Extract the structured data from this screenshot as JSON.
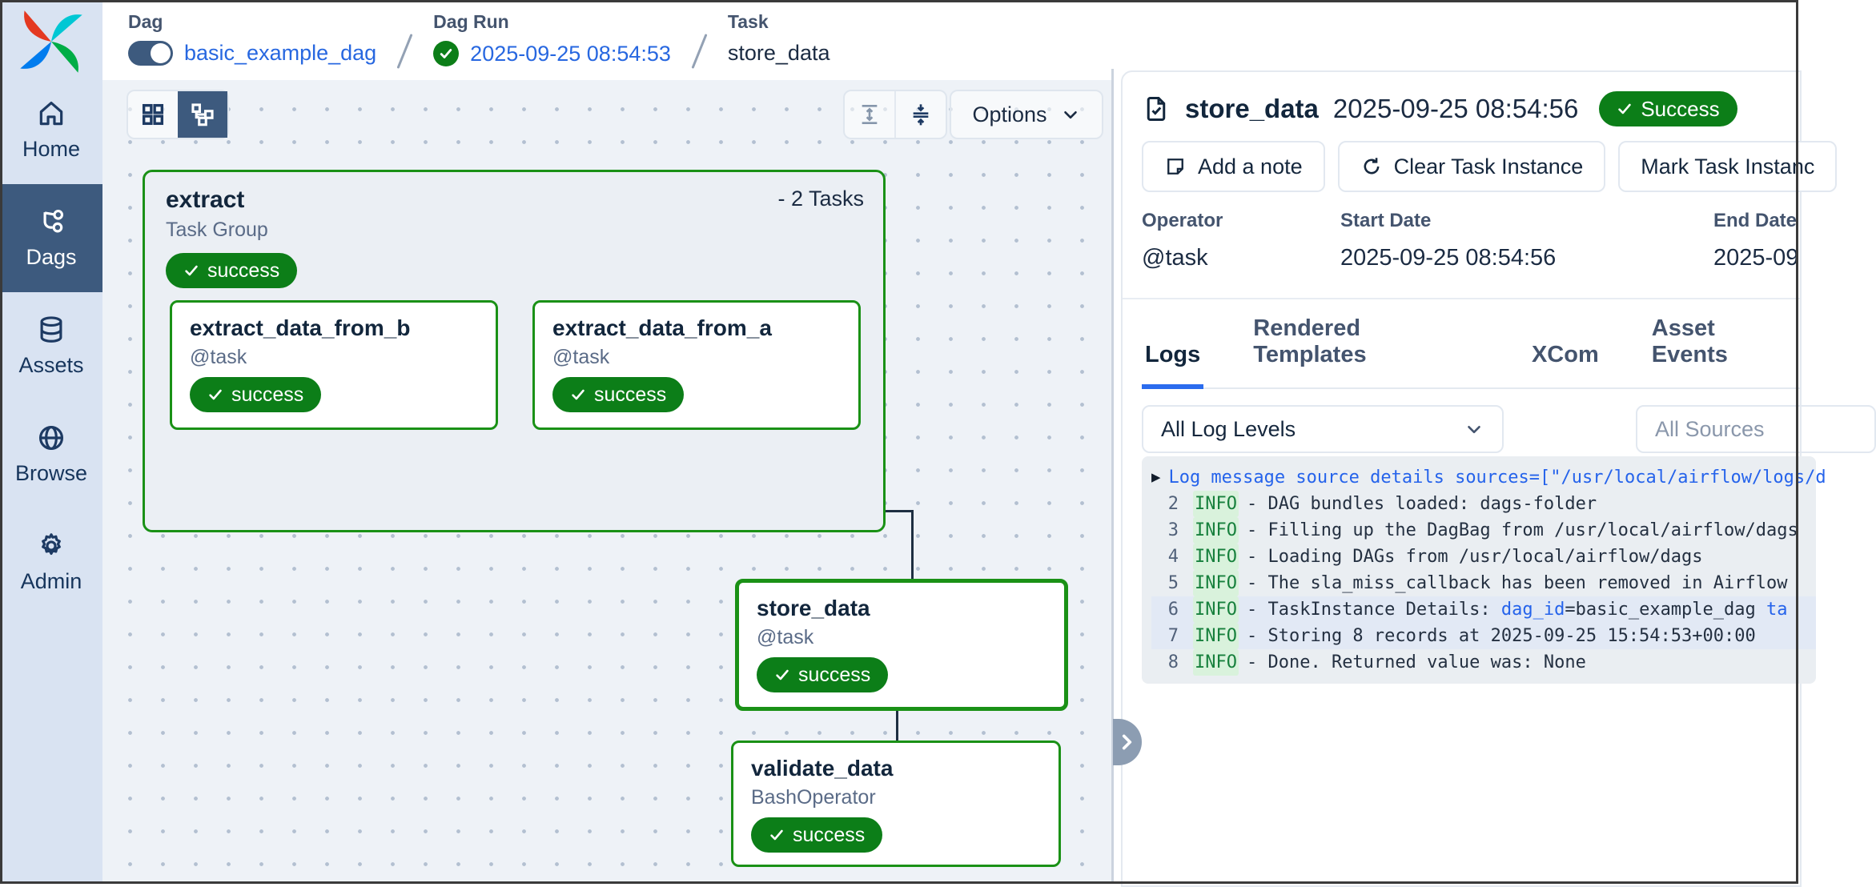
{
  "breadcrumb": {
    "dag_label": "Dag",
    "dag_name": "basic_example_dag",
    "dag_run_label": "Dag Run",
    "dag_run_value": "2025-09-25 08:54:53",
    "task_label": "Task",
    "task_value": "store_data"
  },
  "sidebar": {
    "items": [
      {
        "label": "Home",
        "icon": "home-icon",
        "active": false
      },
      {
        "label": "Dags",
        "icon": "dags-icon",
        "active": true
      },
      {
        "label": "Assets",
        "icon": "assets-icon",
        "active": false
      },
      {
        "label": "Browse",
        "icon": "browse-icon",
        "active": false
      },
      {
        "label": "Admin",
        "icon": "admin-icon",
        "active": false
      }
    ]
  },
  "toolbar": {
    "options_label": "Options"
  },
  "graph": {
    "group": {
      "title": "extract",
      "count_label": "- 2 Tasks",
      "subtitle": "Task Group",
      "status": "success",
      "children": [
        {
          "title": "extract_data_from_b",
          "operator": "@task",
          "status": "success"
        },
        {
          "title": "extract_data_from_a",
          "operator": "@task",
          "status": "success"
        }
      ]
    },
    "nodes": [
      {
        "title": "store_data",
        "operator": "@task",
        "status": "success"
      },
      {
        "title": "validate_data",
        "operator": "BashOperator",
        "status": "success"
      }
    ]
  },
  "panel": {
    "task_name": "store_data",
    "run_time": "2025-09-25 08:54:56",
    "status_label": "Success",
    "buttons": [
      "Add a note",
      "Clear Task Instance",
      "Mark Task Instanc"
    ],
    "meta": {
      "operator_label": "Operator",
      "operator_value": "@task",
      "start_label": "Start Date",
      "start_value": "2025-09-25 08:54:56",
      "end_label": "End Date",
      "end_value": "2025-09"
    },
    "tabs": [
      "Logs",
      "Rendered Templates",
      "XCom",
      "Asset Events"
    ],
    "active_tab": "Logs",
    "filters": {
      "log_levels": "All Log Levels",
      "sources_placeholder": "All Sources"
    },
    "logs": {
      "summary_line": "Log message source details sources=[\"/usr/local/airflow/logs/d",
      "lines": [
        {
          "num": "2",
          "level": "INFO",
          "hl": false,
          "parts": [
            {
              "t": "- DAG bundles loaded: dags-folder"
            }
          ]
        },
        {
          "num": "3",
          "level": "INFO",
          "hl": false,
          "parts": [
            {
              "t": "- Filling up the DagBag from /usr/local/airflow/dags"
            }
          ]
        },
        {
          "num": "4",
          "level": "INFO",
          "hl": false,
          "parts": [
            {
              "t": "- Loading DAGs from /usr/local/airflow/dags"
            }
          ]
        },
        {
          "num": "5",
          "level": "INFO",
          "hl": false,
          "parts": [
            {
              "t": "- The sla_miss_callback has been removed in Airflow"
            }
          ]
        },
        {
          "num": "6",
          "level": "INFO",
          "hl": true,
          "parts": [
            {
              "t": "- TaskInstance Details:  "
            },
            {
              "t": "dag_id",
              "c": "blue"
            },
            {
              "t": "=basic_example_dag "
            },
            {
              "t": "ta",
              "c": "blue"
            }
          ]
        },
        {
          "num": "7",
          "level": "INFO",
          "hl": true,
          "parts": [
            {
              "t": "- Storing 8 records at 2025-09-25 15:54:53+00:00"
            }
          ]
        },
        {
          "num": "8",
          "level": "INFO",
          "hl": false,
          "parts": [
            {
              "t": "- Done. Returned value was: None"
            }
          ]
        }
      ]
    }
  },
  "colors": {
    "success_green": "#0c7e18",
    "node_border_green": "#1a9116",
    "link_blue": "#2767e0",
    "active_nav_bg": "#3d5a7e",
    "sidebar_bg": "#d9e3f2",
    "edge_navy": "#1e2f42",
    "tab_active_blue": "#2b6cee"
  }
}
